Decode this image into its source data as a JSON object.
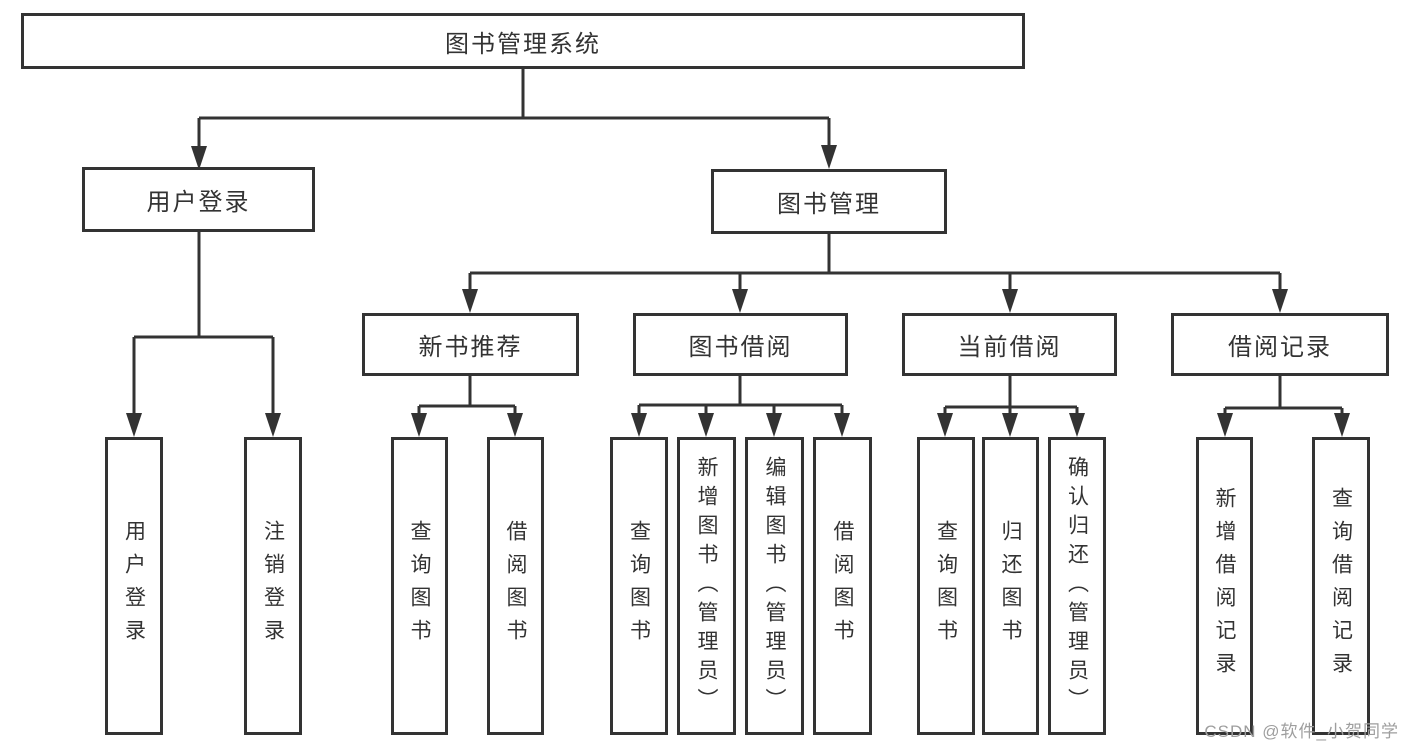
{
  "diagram": {
    "type": "hierarchy-flowchart",
    "background_color": "#ffffff",
    "line_color": "#333333",
    "text_color": "#333333",
    "watermark_color": "#9e9e9e"
  },
  "tree": {
    "root": "图书管理系统",
    "children": [
      {
        "label": "用户登录",
        "children": [
          "用户登录",
          "注销登录"
        ]
      },
      {
        "label": "图书管理",
        "children": [
          {
            "label": "新书推荐",
            "children": [
              "查询图书",
              "借阅图书"
            ]
          },
          {
            "label": "图书借阅",
            "children": [
              "查询图书",
              "新增图书（管理员）",
              "编辑图书（管理员）",
              "借阅图书"
            ]
          },
          {
            "label": "当前借阅",
            "children": [
              "查询图书",
              "归还图书",
              "确认归还（管理员）"
            ]
          },
          {
            "label": "借阅记录",
            "children": [
              "新增借阅记录",
              "查询借阅记录"
            ]
          }
        ]
      }
    ]
  },
  "watermark": {
    "text": "CSDN @软件_小贺同学"
  }
}
